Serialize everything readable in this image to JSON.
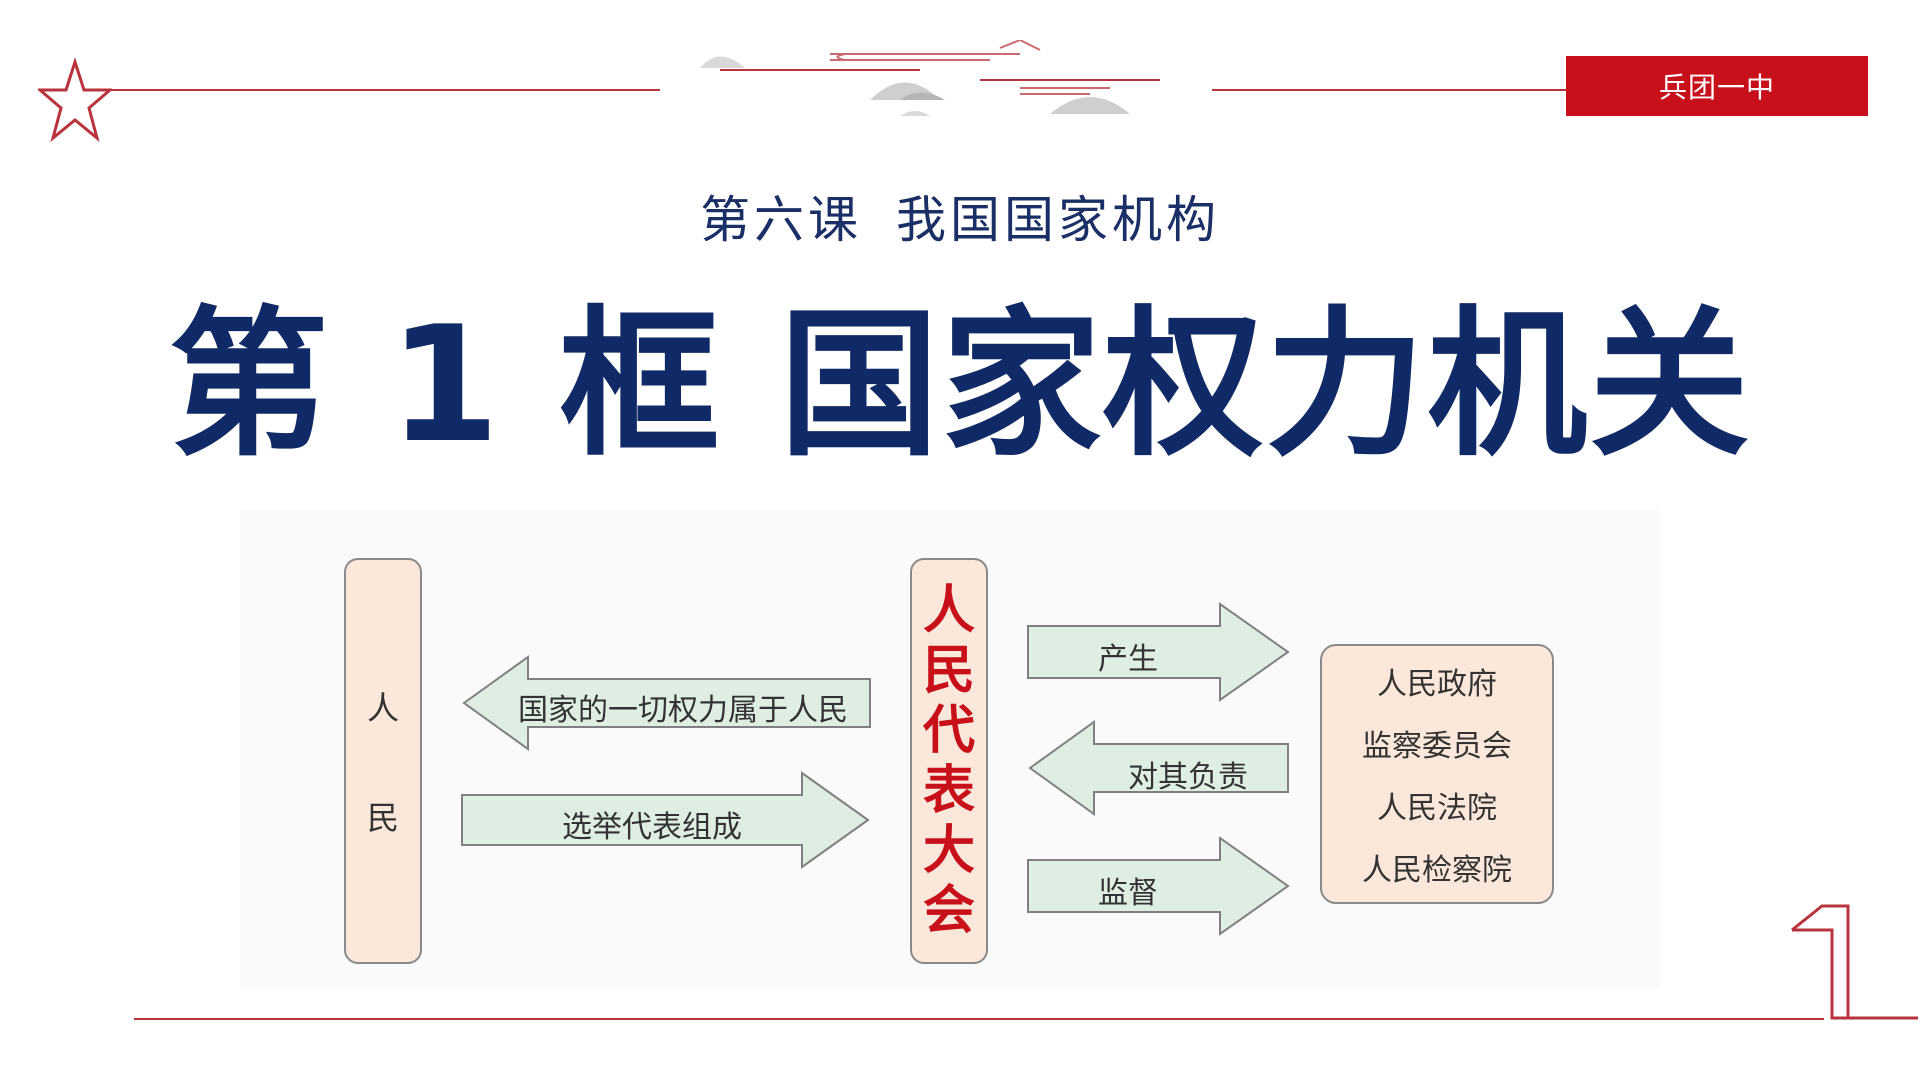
{
  "header": {
    "school_name": "兵团一中",
    "colors": {
      "accent_red": "#c8101b",
      "rule_red": "#b8333b",
      "navy": "#0f2a66"
    }
  },
  "lesson": {
    "subtitle": "第六课 我国国家机构",
    "title": "第 1 框 国家权力机关"
  },
  "diagram": {
    "people_chars": [
      "人",
      "民"
    ],
    "npc_chars": [
      "人",
      "民",
      "代",
      "表",
      "大",
      "会"
    ],
    "arrows": {
      "power_belongs": "国家的一切权力属于人民",
      "elect": "选举代表组成",
      "produce": "产生",
      "responsible": "对其负责",
      "supervise": "监督"
    },
    "state_organs": [
      "人民政府",
      "监察委员会",
      "人民法院",
      "人民检察院"
    ]
  }
}
